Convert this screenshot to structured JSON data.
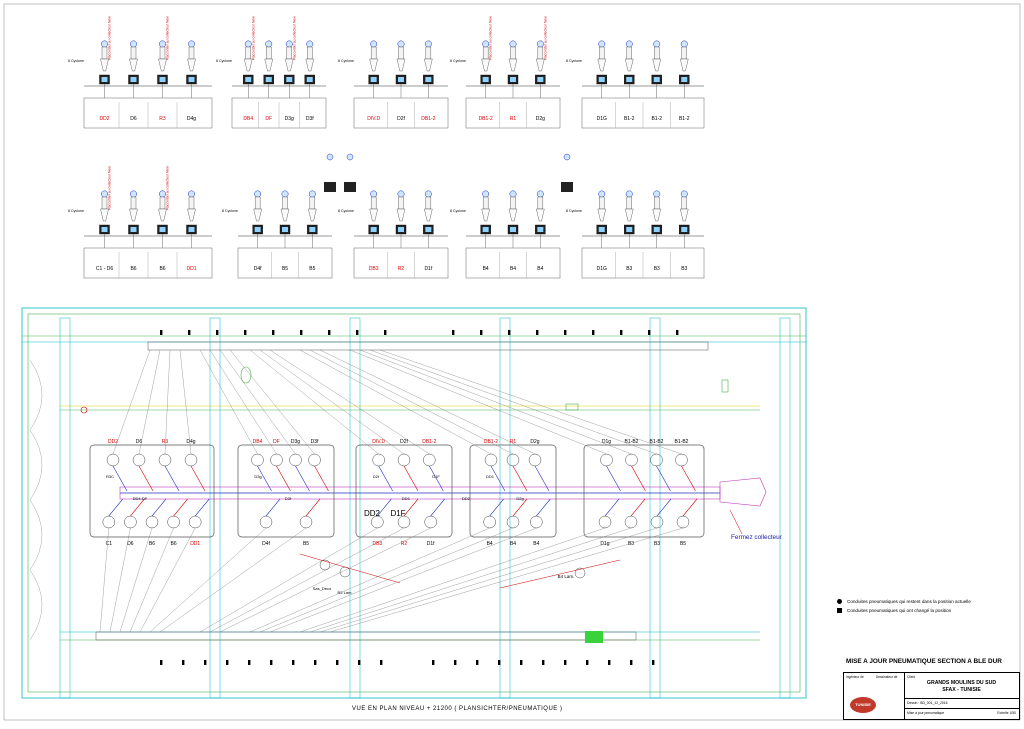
{
  "upper_groups_row1": [
    {
      "outlets": [
        "DD2",
        "D6",
        "R3",
        "D4g"
      ],
      "outlet_colors": [
        "#d00",
        "#000",
        "#d00",
        "#000"
      ],
      "note": "Raccorder au collecteur  New"
    },
    {
      "outlets": [
        "DB4",
        "DF",
        "D3g",
        "D3f"
      ],
      "outlet_colors": [
        "#d00",
        "#d00",
        "#000",
        "#000"
      ],
      "note": "Raccorder au collecteur  New"
    },
    {
      "outlets": [
        "DIV.D",
        "D2f",
        "DB1-2"
      ],
      "outlet_colors": [
        "#d00",
        "#000",
        "#d00"
      ],
      "note": ""
    },
    {
      "outlets": [
        "DB1-2",
        "R1",
        "D2g"
      ],
      "outlet_colors": [
        "#d00",
        "#d00",
        "#000"
      ],
      "note": "Raccorder au collecteur  New"
    },
    {
      "outlets": [
        "D1G",
        "B1-2",
        "B1-2",
        "B1-2"
      ],
      "outlet_colors": [
        "#000",
        "#000",
        "#000",
        "#000"
      ],
      "note": ""
    }
  ],
  "upper_groups_row2": [
    {
      "outlets": [
        "C1 - D6",
        "B6",
        "B6",
        "DD1"
      ],
      "outlet_colors": [
        "#000",
        "#000",
        "#000",
        "#d00"
      ],
      "note": "Raccorder au collecteur  New"
    },
    {
      "outlets": [
        "D4f",
        "B5",
        "B5"
      ],
      "outlet_colors": [
        "#000",
        "#000",
        "#000"
      ],
      "note": ""
    },
    {
      "outlets": [
        "DB3",
        "R2",
        "D1f"
      ],
      "outlet_colors": [
        "#d00",
        "#d00",
        "#000"
      ],
      "note": ""
    },
    {
      "outlets": [
        "B4",
        "B4",
        "B4"
      ],
      "outlet_colors": [
        "#000",
        "#000",
        "#000"
      ],
      "note": ""
    },
    {
      "outlets": [
        "D1G",
        "B3",
        "B3",
        "B3"
      ],
      "outlet_colors": [
        "#000",
        "#000",
        "#000",
        "#000"
      ],
      "note": ""
    }
  ],
  "cyclone_label": "8 Cyclone",
  "plan_sifters": [
    {
      "top": [
        "DD2",
        "D6",
        "R3",
        "D4g"
      ],
      "top_colors": [
        "#d00",
        "#000",
        "#d00",
        "#000"
      ],
      "bottom": [
        "C1",
        "D6",
        "B6",
        "B6",
        "DD1"
      ],
      "bottom_colors": [
        "#000",
        "#000",
        "#000",
        "#000",
        "#d00"
      ],
      "inner": [
        "R3C",
        "DD4-DF"
      ]
    },
    {
      "top": [
        "DB4",
        "DF",
        "D3g",
        "D3f"
      ],
      "top_colors": [
        "#d00",
        "#d00",
        "#000",
        "#000"
      ],
      "bottom": [
        "D4f",
        "B5"
      ],
      "bottom_colors": [
        "#000",
        "#000"
      ],
      "inner": [
        "D3g",
        "D3f"
      ]
    },
    {
      "top": [
        "DIV.D",
        "D2f",
        "DB1-2"
      ],
      "top_colors": [
        "#d00",
        "#000",
        "#d00"
      ],
      "bottom": [
        "DB3",
        "R2",
        "D1f"
      ],
      "bottom_colors": [
        "#d00",
        "#d00",
        "#000"
      ],
      "inner": [
        "D2f",
        "DD1",
        "D1F",
        "DD2"
      ]
    },
    {
      "top": [
        "DB1-2",
        "R1",
        "D2g"
      ],
      "top_colors": [
        "#d00",
        "#d00",
        "#000"
      ],
      "bottom": [
        "B4",
        "B4",
        "B4"
      ],
      "bottom_colors": [
        "#000",
        "#000",
        "#000"
      ],
      "inner": [
        "DD1",
        "D2g"
      ]
    },
    {
      "top": [
        "D1g",
        "B1-B2",
        "B1-B2",
        "B1-B2"
      ],
      "top_colors": [
        "#000",
        "#000",
        "#000",
        "#000"
      ],
      "bottom": [
        "D1g",
        "B3",
        "B3",
        "B5"
      ],
      "bottom_colors": [
        "#000",
        "#000",
        "#000",
        "#000"
      ],
      "inner": []
    }
  ],
  "plan_misc": {
    "sas_deco": "Sas_Deco",
    "r2_lam": "R2 Lam.",
    "b4_lam": "B4 Lam.",
    "big_inner_1": "DD2",
    "big_inner_2": "D1F",
    "fermez_collecteur": "Fermez collecteur"
  },
  "legend": {
    "items": [
      {
        "symbol": "circle",
        "text": "Conduites pneumatiques qui restent dans la position actuelle"
      },
      {
        "symbol": "square",
        "text": "Conduites pneumatiques qui ont changé la position"
      }
    ]
  },
  "update_title": "MISE A JOUR PNEUMATIQUE SECTION A BLE DUR",
  "cartouche": {
    "company_line1": "GRANDS MOULINS DU SUD",
    "company_line2": "SFAX - TUNISIE",
    "engineer_label": "Ingénieur de",
    "draftsman_label": "Dessinateur de",
    "client_label": "Client",
    "logo_text": "TUNISIE",
    "row1": "Dessin : BD_001_12_2016",
    "row2": "Mise à jour pneumatique",
    "page_label": "Feuille",
    "scale_label": "Echelle 1/50"
  },
  "plan_title": "VUE EN PLAN NIVEAU + 21200  ( PLANSICHTER/PNEUMATIQUE )",
  "colors": {
    "red": "#d00000",
    "blue": "#2030c0",
    "cyan": "#00b7c7",
    "green": "#4caf50",
    "yellow": "#e6d200",
    "magenta": "#c03ac0"
  }
}
